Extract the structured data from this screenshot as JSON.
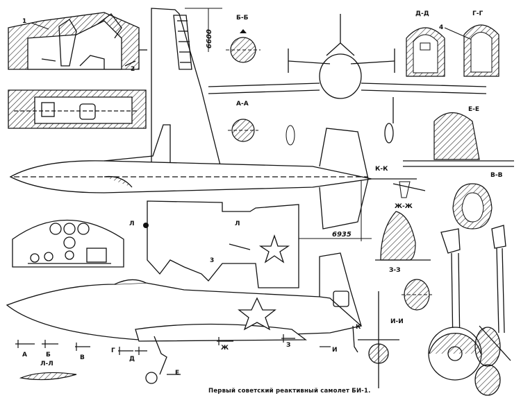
{
  "caption": "Первый советский реактивный самолет БИ-1.",
  "dimensions": {
    "height": "6600",
    "length": "6935"
  },
  "callouts": [
    "1",
    "2",
    "3",
    "4"
  ],
  "sections": {
    "bb": "Б-Б",
    "dd": "Д-Д",
    "gg": "Г-Г",
    "aa": "А-А",
    "ee": "Е-Е",
    "kk": "К-К",
    "vv": "В-В",
    "zhzh": "Ж-Ж",
    "zz": "З-З",
    "ii": "И-И",
    "ll": "Л-Л"
  },
  "cut_marks": {
    "a": "А",
    "b": "Б",
    "v": "В",
    "g": "Г",
    "d": "Д",
    "e": "Е",
    "zh": "Ж",
    "z": "З",
    "i": "И",
    "k": "К",
    "l_left": "Л",
    "l_right": "Л"
  },
  "colors": {
    "ink": "#111111",
    "paper": "#ffffff"
  }
}
